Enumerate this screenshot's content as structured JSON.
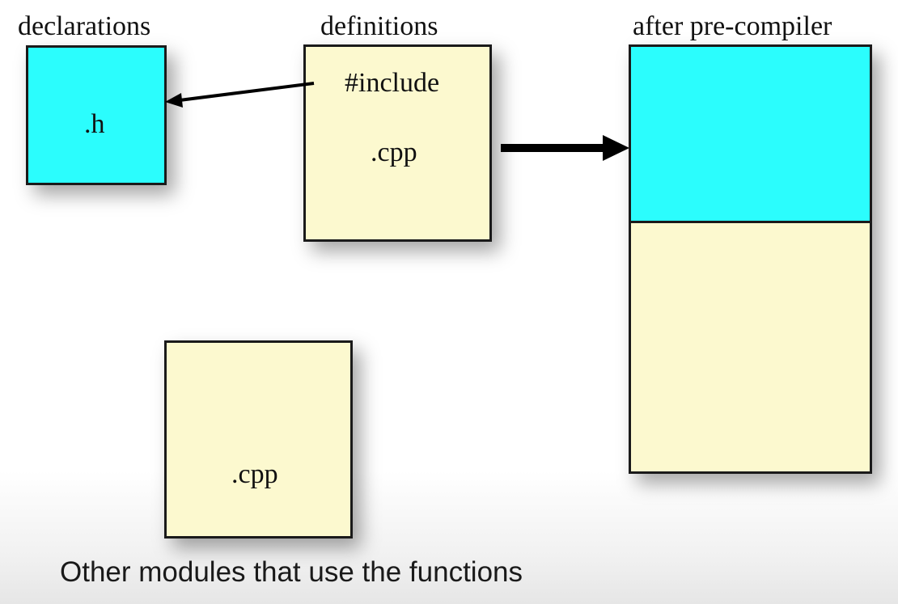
{
  "labels": {
    "declarations": "declarations",
    "definitions": "definitions",
    "after_precompiler": "after pre-compiler"
  },
  "boxes": {
    "header": ".h",
    "include_directive": "#include",
    "definitions_cpp": ".cpp",
    "other_cpp": ".cpp"
  },
  "caption": "Other modules that use the functions",
  "colors": {
    "header_fill": "#2bfdfd",
    "source_fill": "#fcf9cf",
    "border": "#1a1a1a"
  }
}
